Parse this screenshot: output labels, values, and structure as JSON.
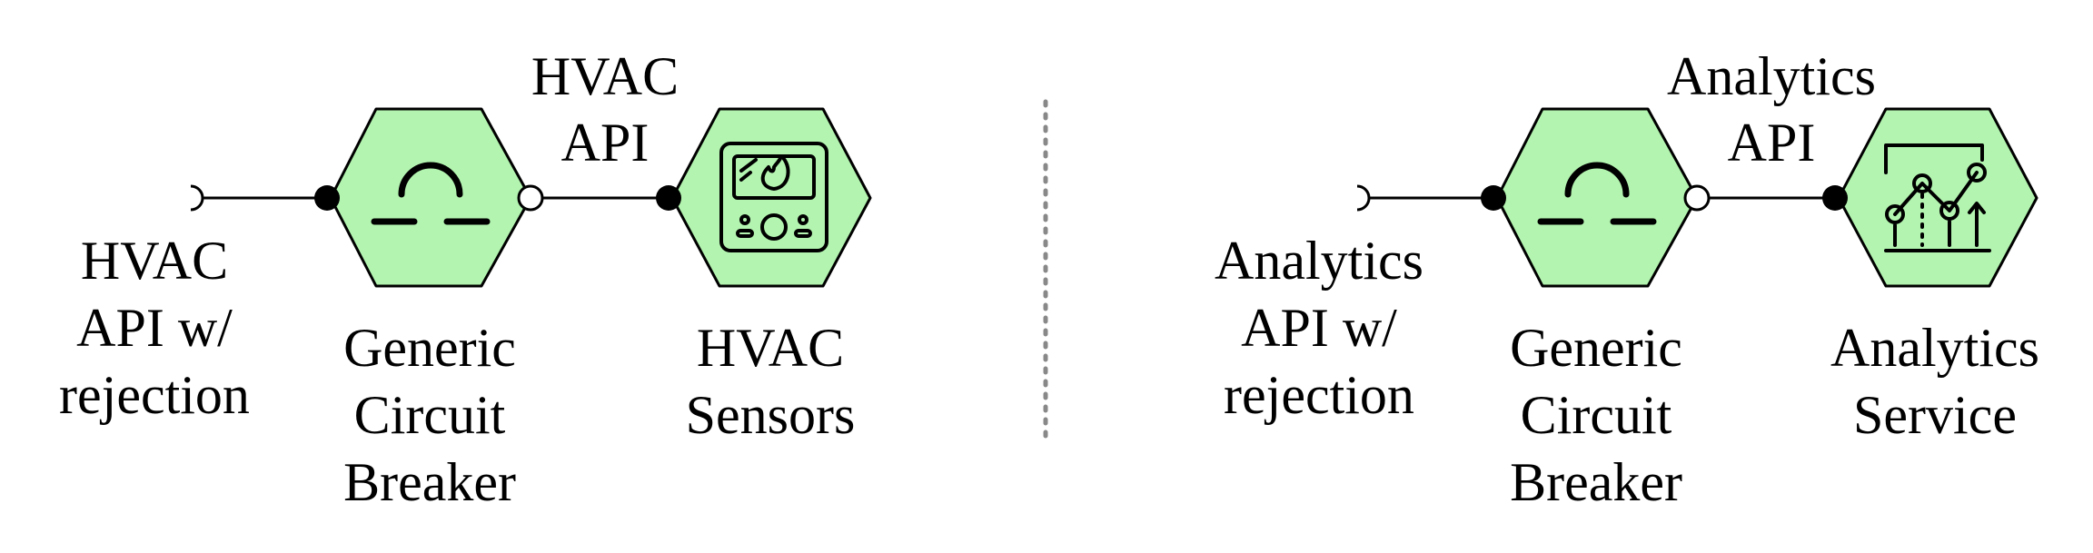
{
  "diagram": {
    "left": {
      "top_label": [
        "HVAC",
        "API"
      ],
      "socket_label": [
        "HVAC",
        "API w/",
        "rejection"
      ],
      "breaker_label": [
        "Generic",
        "Circuit",
        "Breaker"
      ],
      "service_label": [
        "HVAC",
        "Sensors"
      ],
      "service_icon": "thermostat-icon"
    },
    "right": {
      "top_label": [
        "Analytics",
        "API"
      ],
      "socket_label": [
        "Analytics",
        "API w/",
        "rejection"
      ],
      "breaker_label": [
        "Generic",
        "Circuit",
        "Breaker"
      ],
      "service_label": [
        "Analytics",
        "Service"
      ],
      "service_icon": "analytics-chart-icon"
    },
    "breaker_icon": "omega-icon",
    "colors": {
      "hexagon_fill": "#b3f5b0",
      "stroke": "#000000",
      "divider": "#888888"
    }
  }
}
